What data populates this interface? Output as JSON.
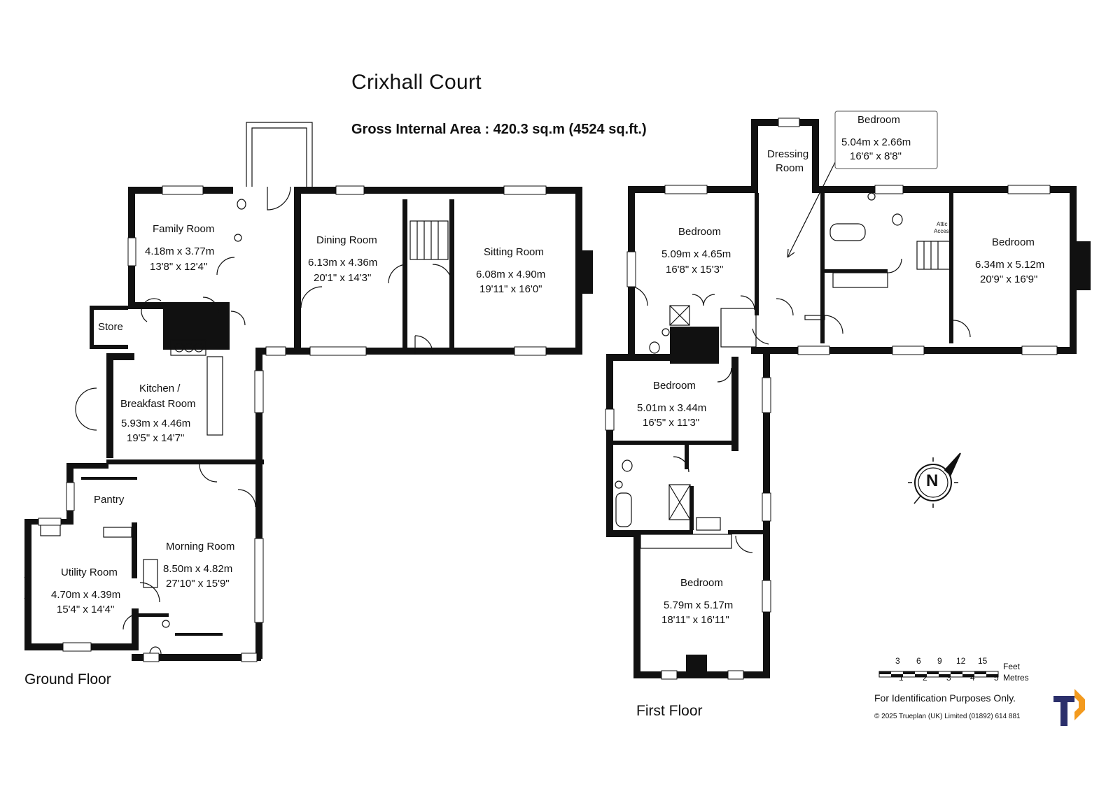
{
  "property": {
    "title": "Crixhall Court",
    "gross_internal_area": "Gross Internal Area  :  420.3 sq.m   (4524 sq.ft.)"
  },
  "ground_floor": {
    "label": "Ground Floor",
    "rooms": [
      {
        "name": "Family Room",
        "metric": "4.18m  x  3.77m",
        "imperial": "13'8\"  x  12'4\""
      },
      {
        "name": "Store"
      },
      {
        "name": "Dining Room",
        "metric": "6.13m  x  4.36m",
        "imperial": "20'1\"  x  14'3\""
      },
      {
        "name": "Sitting Room",
        "metric": "6.08m  x  4.90m",
        "imperial": "19'11\"  x  16'0\""
      },
      {
        "name_line1": "Kitchen /",
        "name_line2": "Breakfast Room",
        "metric": "5.93m  x  4.46m",
        "imperial": "19'5\"  x  14'7\""
      },
      {
        "name": "Pantry"
      },
      {
        "name": "Utility Room",
        "metric": "4.70m  x  4.39m",
        "imperial": "15'4\"  x  14'4\""
      },
      {
        "name": "Morning Room",
        "metric": "8.50m  x  4.82m",
        "imperial": "27'10\"  x  15'9\""
      }
    ]
  },
  "first_floor": {
    "label": "First Floor",
    "rooms": [
      {
        "name_line1": "Dressing",
        "name_line2": "Room"
      },
      {
        "name": "Bedroom",
        "metric": "5.04m  x  2.66m",
        "imperial": "16'6\"  x  8'8\""
      },
      {
        "name": "Bedroom",
        "metric": "5.09m  x  4.65m",
        "imperial": "16'8\"  x  15'3\""
      },
      {
        "name": "Bedroom",
        "metric": "6.34m  x  5.12m",
        "imperial": "20'9\"  x  16'9\""
      },
      {
        "name": "Bedroom",
        "metric": "5.01m  x  3.44m",
        "imperial": "16'5\"  x  11'3\""
      },
      {
        "name": "Bedroom",
        "metric": "5.79m  x  5.17m",
        "imperial": "18'11\"  x  16'11\""
      },
      {
        "name_line1": "Attic",
        "name_line2": "Access"
      }
    ]
  },
  "compass": {
    "letter": "N"
  },
  "scale": {
    "feet_ticks": [
      "3",
      "6",
      "9",
      "12",
      "15"
    ],
    "feet_label": "Feet",
    "metre_ticks": [
      "1",
      "2",
      "3",
      "4",
      "5"
    ],
    "metre_label": "Metres"
  },
  "footer": {
    "disclaimer": "For Identification Purposes Only.",
    "copyright": "©  2025 Trueplan (UK) Limited  (01892) 614 881"
  },
  "colors": {
    "wall": "#111111",
    "brand_navy": "#2b2f6b",
    "brand_orange": "#f39a1e"
  }
}
